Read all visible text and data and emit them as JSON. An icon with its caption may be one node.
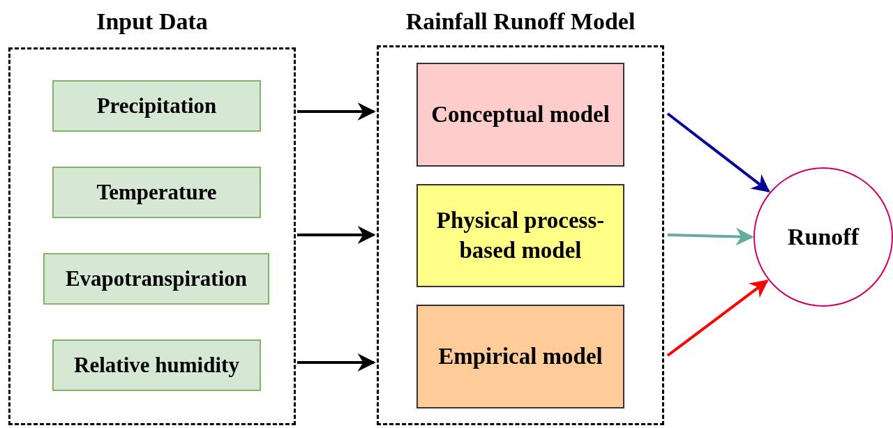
{
  "diagram": {
    "nodes": [
      {
        "text": [
          "Input Data"
        ]
      },
      {
        "text": [
          "Precipitation"
        ],
        "in": 0
      },
      {
        "text": [
          "Temperature"
        ],
        "in": 0
      },
      {
        "text": [
          "Evapotranspiration"
        ],
        "in": 0
      },
      {
        "text": [
          "Relative humidity"
        ],
        "in": 0
      },
      {
        "text": [
          "Rainfall Runoff Model"
        ]
      },
      {
        "text": [
          "Conceptual model"
        ],
        "in": 5
      },
      {
        "text": [
          "Physical process-based model"
        ],
        "in": 5
      },
      {
        "text": [
          "Empirical model"
        ],
        "in": 5
      },
      {
        "text": [
          "Runoff"
        ]
      }
    ],
    "edges": [
      {
        "from": 0,
        "to": 5,
        "arrow": "to"
      },
      {
        "from": 0,
        "to": 5,
        "arrow": "to"
      },
      {
        "from": 0,
        "to": 5,
        "arrow": "to"
      },
      {
        "from": 6,
        "to": 9,
        "arrow": "to",
        "color": "#000099"
      },
      {
        "from": 7,
        "to": 9,
        "arrow": "to",
        "color": "#67ab9f"
      },
      {
        "from": 8,
        "to": 9,
        "arrow": "to",
        "color": "#ff0000"
      }
    ]
  }
}
